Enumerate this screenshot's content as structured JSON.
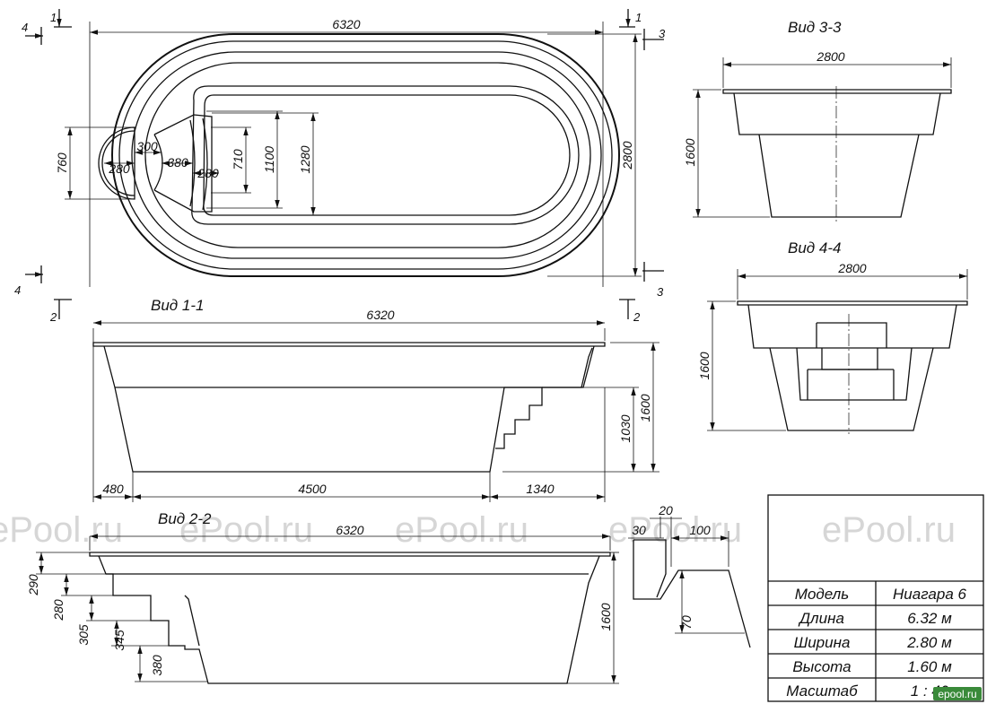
{
  "views": {
    "plan": {
      "section_marks": [
        "4",
        "1",
        "1",
        "3",
        "4",
        "3"
      ],
      "dims": {
        "length": "6320",
        "width": "2800",
        "seat_height": "760",
        "seat_depth": "280",
        "seat_gap": "300",
        "step_a": "380",
        "step_b": "280",
        "h_710": "710",
        "h_1100": "1100",
        "h_1280": "1280"
      }
    },
    "view11": {
      "title": "Вид 1-1",
      "section_marks": [
        "2",
        "2"
      ],
      "dims": {
        "length": "6320",
        "height": "1600",
        "depth": "1030",
        "left": "480",
        "bottom": "4500",
        "right": "1340"
      }
    },
    "view22": {
      "title": "Вид 2-2",
      "dims": {
        "length": "6320",
        "height": "1600",
        "s1": "290",
        "s2": "280",
        "s3": "305",
        "s4": "345",
        "s5": "380"
      }
    },
    "view33": {
      "title": "Вид 3-3",
      "dims": {
        "width": "2800",
        "height": "1600"
      }
    },
    "view44": {
      "title": "Вид 4-4",
      "dims": {
        "width": "2800",
        "height": "1600"
      }
    },
    "rim_detail": {
      "dims": {
        "top": "20",
        "left": "30",
        "flange": "100",
        "drop": "70"
      }
    }
  },
  "watermark": "ePool.ru",
  "title_block": {
    "rows": [
      {
        "label": "Модель",
        "value": "Ниагара 6"
      },
      {
        "label": "Длина",
        "value": "6.32 м"
      },
      {
        "label": "Ширина",
        "value": "2.80 м"
      },
      {
        "label": "Высота",
        "value": "1.60 м"
      },
      {
        "label": "Масштаб",
        "value": "1 : 40"
      }
    ],
    "logo": "epool.ru"
  }
}
